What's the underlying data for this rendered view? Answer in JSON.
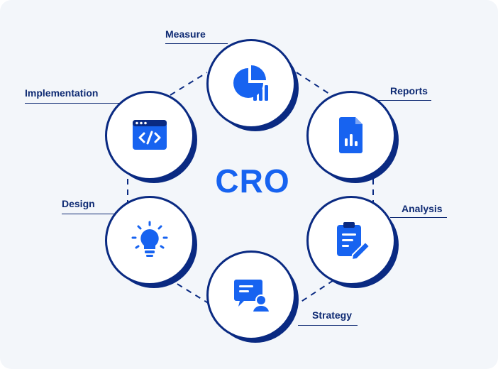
{
  "center": {
    "title": "CRO"
  },
  "nodes": [
    {
      "label": "Measure",
      "icon": "pie-chart-icon"
    },
    {
      "label": "Reports",
      "icon": "document-chart-icon"
    },
    {
      "label": "Analysis",
      "icon": "clipboard-edit-icon"
    },
    {
      "label": "Strategy",
      "icon": "presentation-person-icon"
    },
    {
      "label": "Design",
      "icon": "lightbulb-icon"
    },
    {
      "label": "Implementation",
      "icon": "code-window-icon"
    }
  ],
  "colors": {
    "accent": "#1763f0",
    "navy": "#0a2a82",
    "label": "#0e2a73",
    "background": "#f3f6fa"
  }
}
